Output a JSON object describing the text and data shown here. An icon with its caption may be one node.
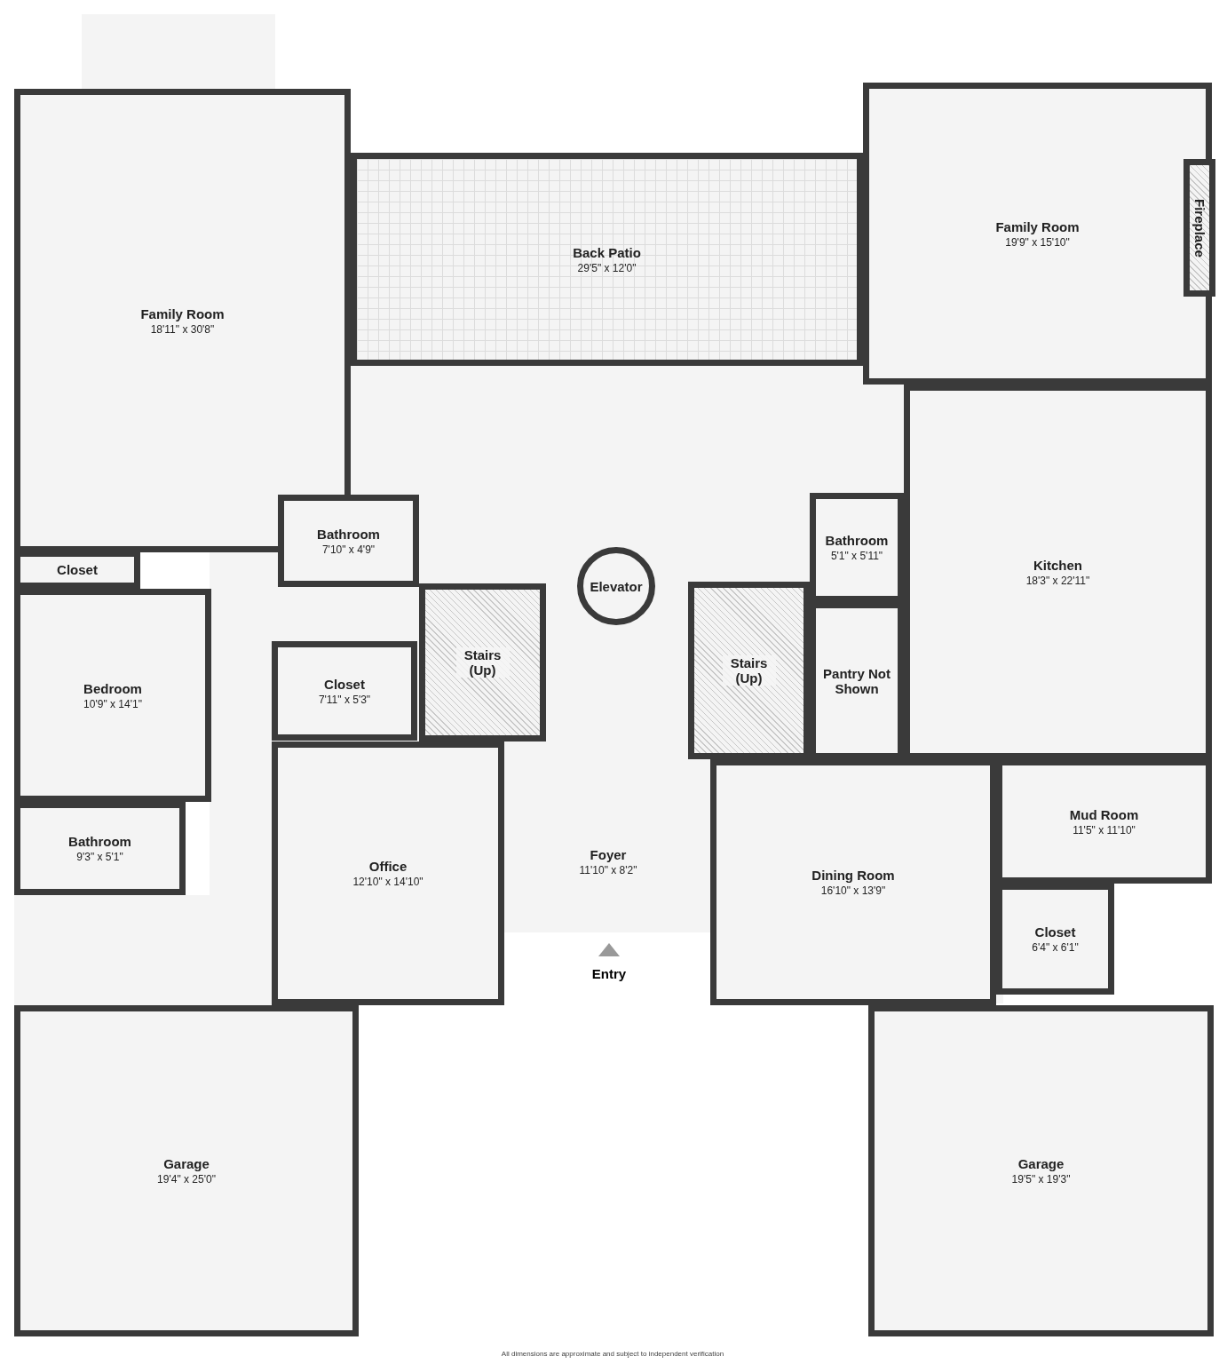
{
  "diagram": {
    "nodes": [
      {
        "text": [
          "Family Room",
          "18'11\" x 30'8\""
        ]
      },
      {
        "text": [
          "Back Patio",
          "29'5\" x 12'0\""
        ]
      },
      {
        "text": [
          "Family Room",
          "19'9\" x 15'10\""
        ]
      },
      {
        "text": [
          "Fireplace"
        ],
        "in": 2
      },
      {
        "text": [
          "Bathroom",
          "7'10\" x 4'9\""
        ]
      },
      {
        "text": [
          "Stairs (Up)"
        ]
      },
      {
        "text": [
          "Elevator"
        ]
      },
      {
        "text": [
          "Stairs (Up)"
        ]
      },
      {
        "text": [
          "Bathroom",
          "5'1\" x 5'11\""
        ]
      },
      {
        "text": [
          "Kitchen",
          "18'3\" x 22'11\""
        ]
      },
      {
        "text": [
          "Closet"
        ]
      },
      {
        "text": [
          "Bedroom",
          "10'9\" x 14'1\""
        ]
      },
      {
        "text": [
          "Closet",
          "7'11\" x 5'3\""
        ]
      },
      {
        "text": [
          "Pantry Not Shown"
        ]
      },
      {
        "text": [
          "Mud Room",
          "11'5\" x 11'10\""
        ]
      },
      {
        "text": [
          "Bathroom",
          "9'3\" x 5'1\""
        ]
      },
      {
        "text": [
          "Foyer",
          "11'10\" x 8'2\""
        ]
      },
      {
        "text": [
          "Office",
          "12'10\" x 14'10\""
        ]
      },
      {
        "text": [
          "Dining Room",
          "16'10\" x 13'9\""
        ]
      },
      {
        "text": [
          "Closet",
          "6'4\" x 6'1\""
        ]
      },
      {
        "text": [
          "Garage",
          "19'4\" x 25'0\""
        ]
      },
      {
        "text": [
          "Garage",
          "19'5\" x 19'3\""
        ]
      }
    ],
    "labels": [
      "Entry",
      "All dimensions are approximate and subject to independent verification"
    ]
  }
}
